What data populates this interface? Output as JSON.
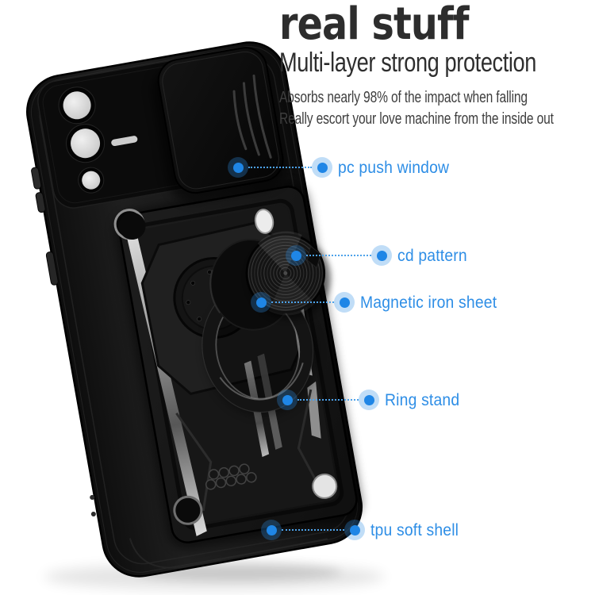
{
  "page": {
    "background": "#ffffff"
  },
  "header": {
    "title": "real stuff",
    "subtitle": "Multi-layer strong protection",
    "description_lines": [
      "Absorbs nearly 98% of the impact when falling",
      "Really escort your love machine from the inside out"
    ]
  },
  "callouts": [
    {
      "label": "pc push window"
    },
    {
      "label": "cd pattern"
    },
    {
      "label": "Magnetic iron sheet"
    },
    {
      "label": "Ring stand"
    },
    {
      "label": "tpu soft shell"
    }
  ],
  "product_parts_shown": [
    "sliding camera cover",
    "camera lenses",
    "flash",
    "cd pattern disc",
    "magnetic iron sheet",
    "ring stand",
    "kickstand armor plate",
    "tpu soft shell"
  ],
  "colors": {
    "accent_blue": "#2e8ee6",
    "leader_line_blue": "#4da2ea",
    "halo_blue": "rgba(47,141,229,0.30)",
    "heading_text": "#2d2d2d",
    "body_text": "#3e3e3e",
    "case_black": "#141414"
  }
}
